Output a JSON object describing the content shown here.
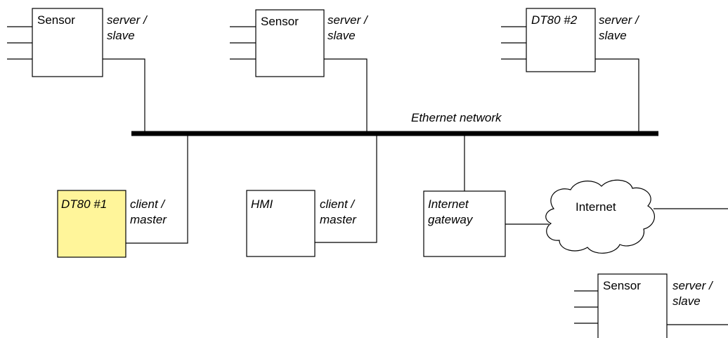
{
  "diagram": {
    "network_label": "Ethernet network",
    "internet_label": "Internet",
    "nodes": {
      "sensor1": {
        "name": "Sensor",
        "role": "server /\nslave"
      },
      "sensor2": {
        "name": "Sensor",
        "role": "server /\nslave"
      },
      "dt80_2": {
        "name": "DT80 #2",
        "role": "server /\nslave"
      },
      "dt80_1": {
        "name": "DT80 #1",
        "role": "client /\nmaster"
      },
      "hmi": {
        "name": "HMI",
        "role": "client /\nmaster"
      },
      "gateway": {
        "name": "Internet\ngateway"
      },
      "sensor3": {
        "name": "Sensor",
        "role": "server /\nslave"
      }
    }
  },
  "colors": {
    "highlight_fill": "#FFF59A",
    "line": "#000000"
  }
}
